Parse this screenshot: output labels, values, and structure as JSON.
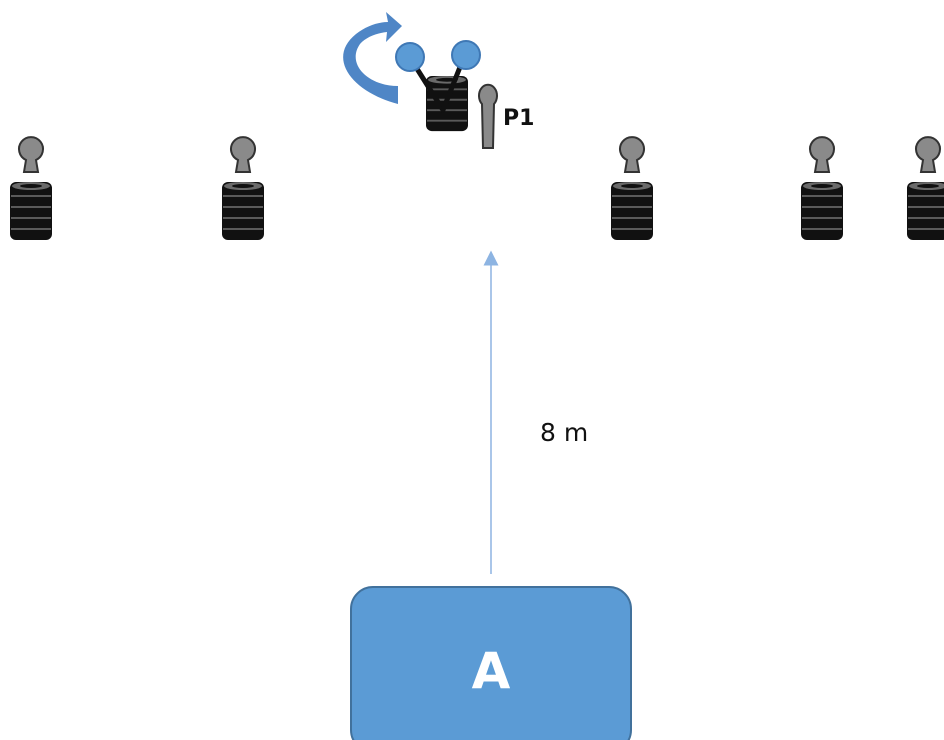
{
  "start_box": {
    "label": "A",
    "color": "#5b9bd5"
  },
  "distance": {
    "label": "8 m",
    "arrow_color": "#8db4e2"
  },
  "target": {
    "label": "P1"
  },
  "colors": {
    "tire": "#111111",
    "tire_rim": "#6a6a6a",
    "cone": "#8a8a8a",
    "cone_outline": "#333333",
    "rotation_arrow": "#4f86c6",
    "ball": "#5b9bd5"
  }
}
